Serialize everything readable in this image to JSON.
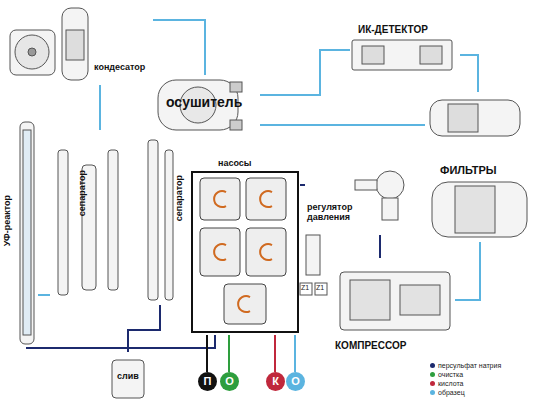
{
  "diagram": {
    "nodes": [
      {
        "text": [
          "кондесатор"
        ]
      },
      {
        "text": [
          "осушитель"
        ]
      },
      {
        "text": [
          "ИК-ДЕТЕКТОР"
        ]
      },
      {
        "text": [
          "ФИЛЬТРЫ"
        ]
      },
      {
        "text": [
          "УФ-реактор"
        ]
      },
      {
        "text": [
          "сепаратор"
        ]
      },
      {
        "text": [
          "сепаратор"
        ]
      },
      {
        "text": [
          "насосы"
        ]
      },
      {
        "text": [
          "регулятор давления"
        ]
      },
      {
        "text": [
          "КОМПРЕССОР"
        ]
      },
      {
        "text": [
          "слив"
        ]
      },
      {
        "text": [
          "П"
        ]
      },
      {
        "text": [
          "О"
        ]
      },
      {
        "text": [
          "К"
        ]
      },
      {
        "text": [
          "О"
        ]
      }
    ],
    "edges": [
      {
        "from": 0,
        "to": 1,
        "arrow": "none"
      },
      {
        "from": 1,
        "to": 2,
        "arrow": "none"
      },
      {
        "from": 2,
        "to": 3,
        "arrow": "none"
      },
      {
        "from": 1,
        "to": 3,
        "arrow": "none"
      },
      {
        "from": 3,
        "to": 9,
        "arrow": "none"
      },
      {
        "from": 9,
        "to": 8,
        "arrow": "none"
      },
      {
        "from": 8,
        "to": 7,
        "arrow": "none"
      },
      {
        "from": 4,
        "to": 5,
        "arrow": "none"
      },
      {
        "from": 5,
        "to": 0,
        "arrow": "none"
      },
      {
        "from": 7,
        "to": 4,
        "arrow": "none"
      },
      {
        "from": 6,
        "to": 10,
        "arrow": "none"
      },
      {
        "from": 11,
        "to": 7,
        "arrow": "none"
      },
      {
        "from": 12,
        "to": 7,
        "arrow": "none"
      },
      {
        "from": 13,
        "to": 7,
        "arrow": "none"
      },
      {
        "from": 14,
        "to": 7,
        "arrow": "none"
      }
    ],
    "labels": [
      "Z1",
      "Z1"
    ],
    "legend": [
      {
        "text": "персульфат натрия",
        "color": "#1c2a6e"
      },
      {
        "text": "очистка",
        "color": "#2e9e3e"
      },
      {
        "text": "кислота",
        "color": "#c0283c"
      },
      {
        "text": "образец",
        "color": "#5bb4e0"
      }
    ]
  }
}
